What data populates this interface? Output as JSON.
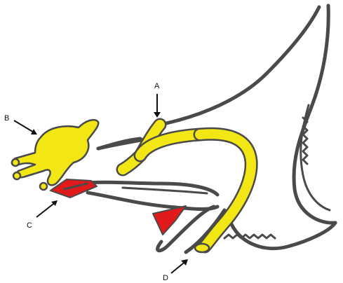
{
  "labels": {
    "A": "A",
    "B": "B",
    "C": "C",
    "D": "D"
  },
  "colors": {
    "nerve": "#f2e614",
    "highlight": "#e01a1a",
    "outline": "#4a4a4a"
  }
}
